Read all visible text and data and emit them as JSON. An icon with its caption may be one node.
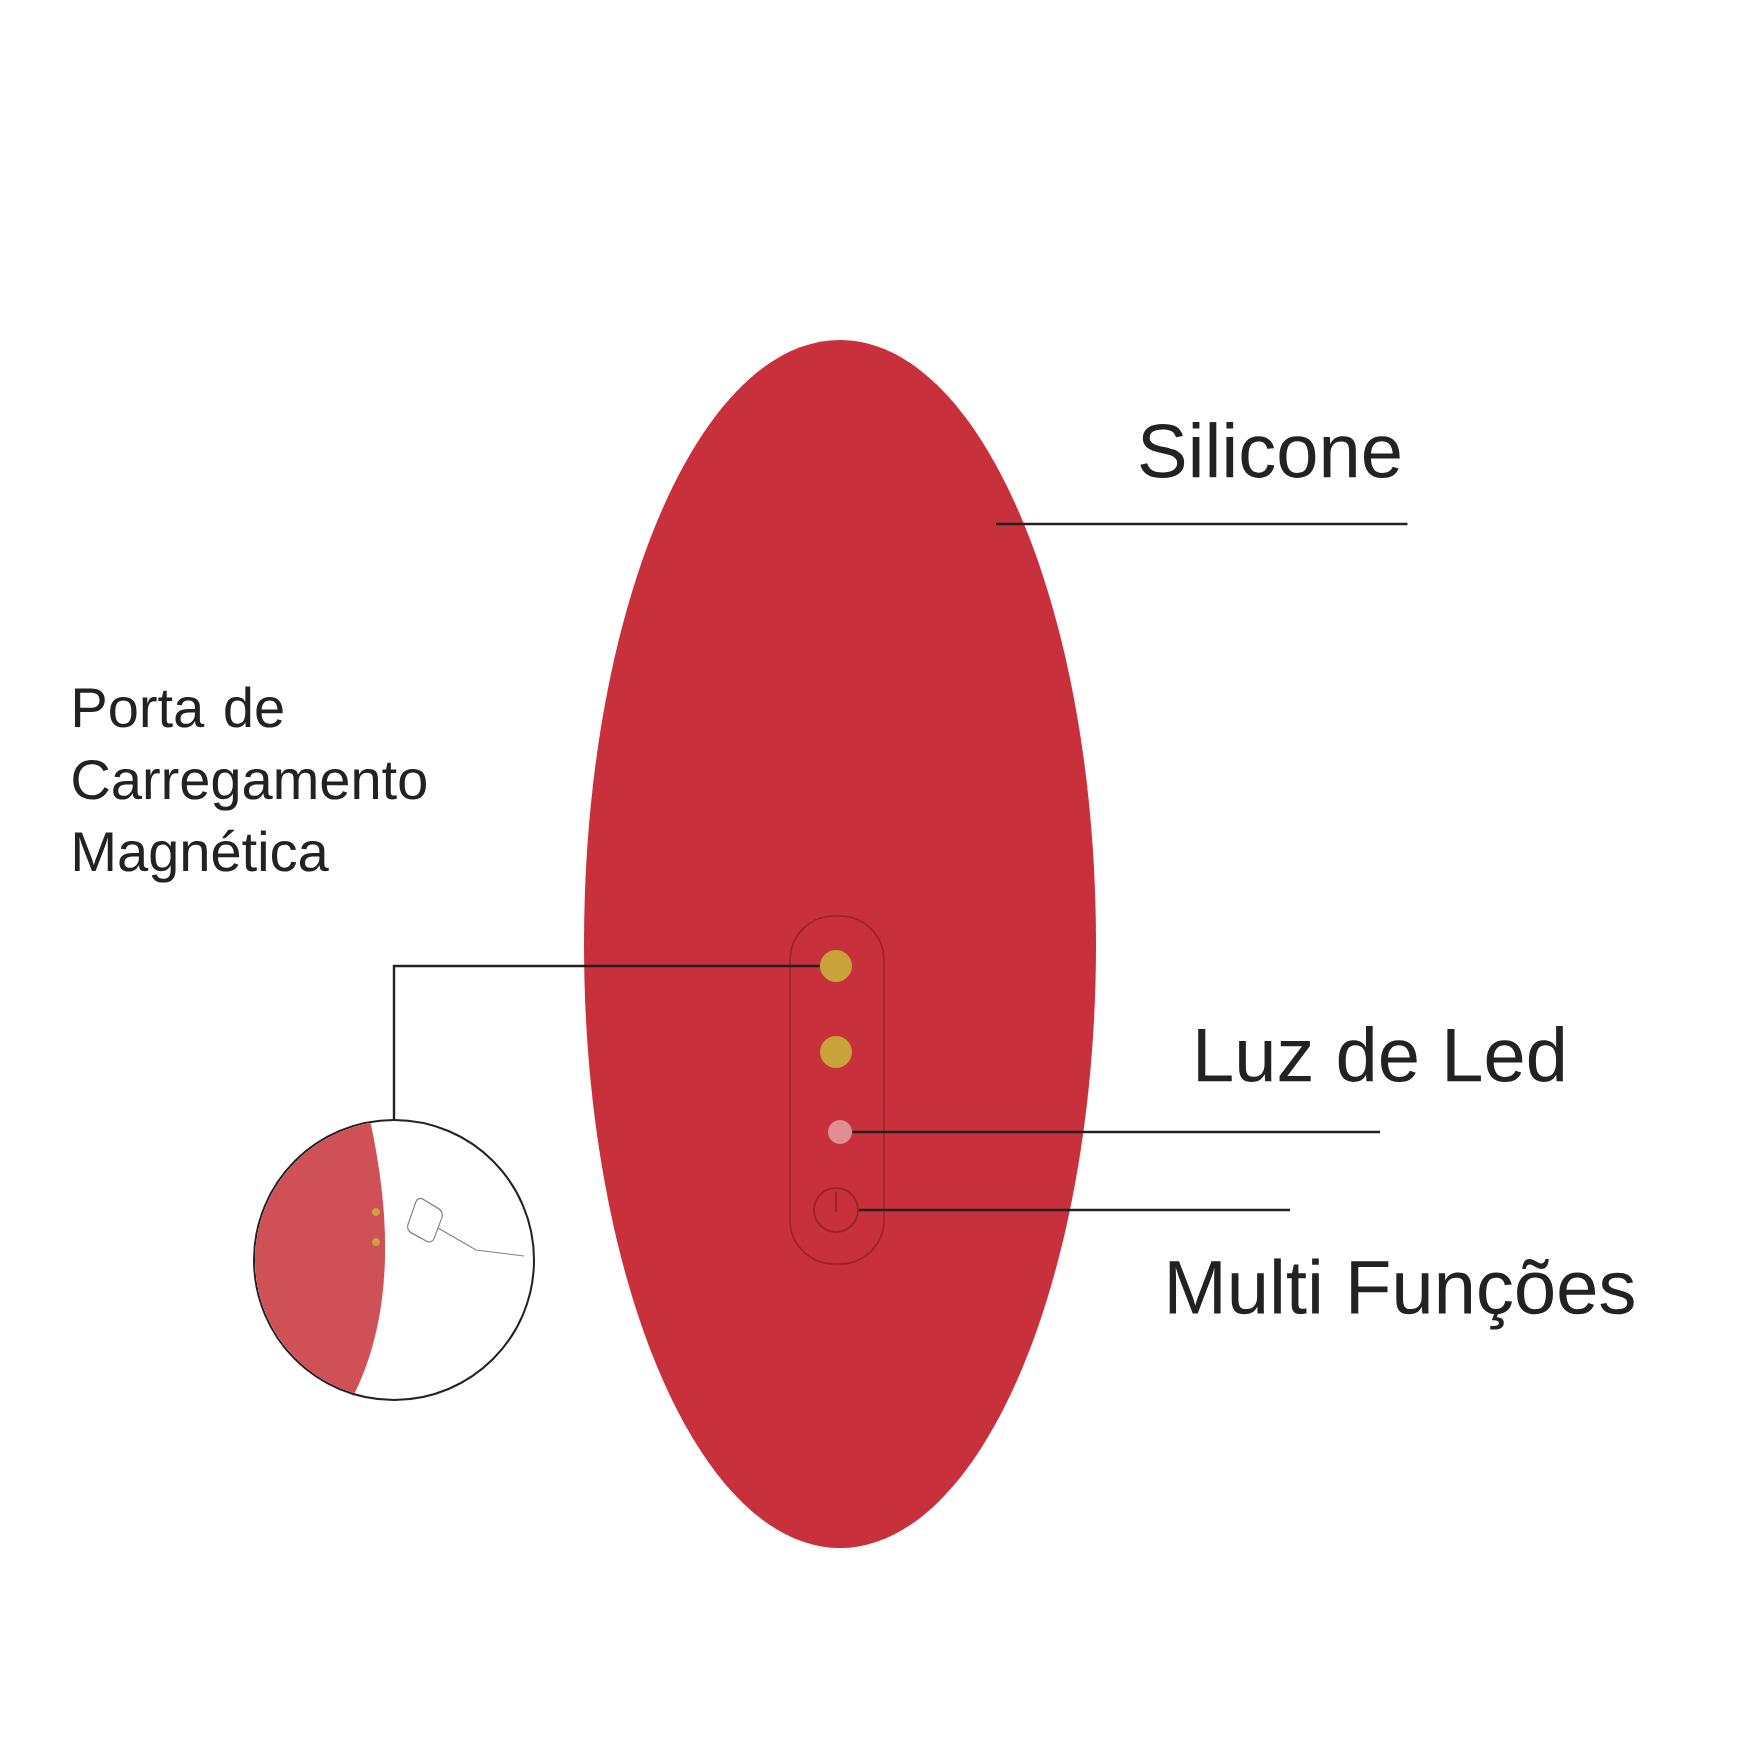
{
  "diagram": {
    "nodes": [
      {
        "text": [
          "Silicone"
        ]
      },
      {
        "text": [],
        "shape": "picture"
      },
      {
        "text": [],
        "shape": "circle",
        "in": 1
      },
      {
        "text": [],
        "shape": "picture"
      },
      {
        "text": [
          "Luz de Led"
        ]
      },
      {
        "text": [],
        "shape": "circle",
        "in": 1
      },
      {
        "text": [
          "Multi Funções"
        ]
      },
      {
        "text": [],
        "shape": "circle",
        "in": 1
      }
    ],
    "edges": [
      {
        "from": 0,
        "to": 1,
        "arrow": "none"
      },
      {
        "from": 2,
        "to": 3,
        "arrow": "none"
      },
      {
        "from": 4,
        "to": 5,
        "arrow": "none"
      },
      {
        "from": 6,
        "to": 7,
        "arrow": "none"
      }
    ],
    "labels": [
      "Porta de Carregamento Magnética"
    ]
  }
}
